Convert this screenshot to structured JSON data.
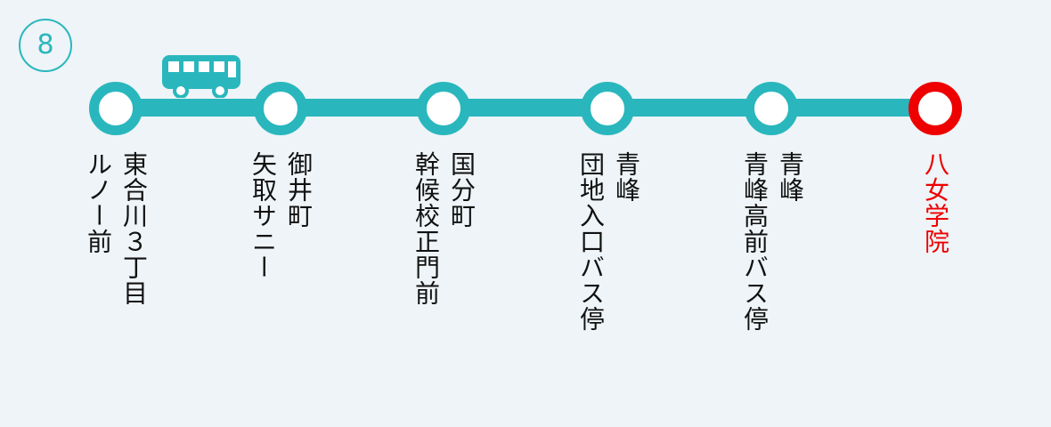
{
  "route": {
    "number": "8",
    "line_color": "#29b7bd",
    "destination_color": "#ee0000"
  },
  "vehicle_icon": "bus-icon",
  "stops": [
    {
      "name": "東合川３丁目\nルノー前",
      "is_destination": false
    },
    {
      "name": "御井町\n矢取サニー",
      "is_destination": false
    },
    {
      "name": "国分町\n幹候校正門前",
      "is_destination": false
    },
    {
      "name": "青峰\n団地入口バス停",
      "is_destination": false
    },
    {
      "name": "青峰\n青峰高前バス停",
      "is_destination": false
    },
    {
      "name": "八女学院",
      "is_destination": true
    }
  ]
}
